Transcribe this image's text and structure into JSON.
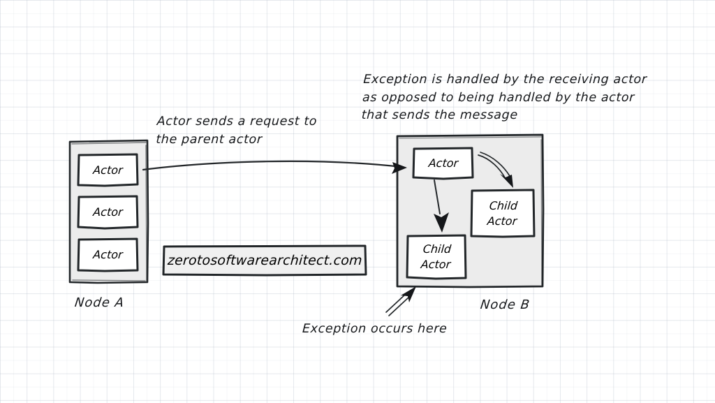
{
  "diagram": {
    "title_colors": {
      "ink": "#15171a",
      "container_fill": "#ececec",
      "box_fill": "#ffffff",
      "grid_line": "#aab4c3",
      "watermark_fill": "#f0f0f0"
    },
    "annotations": {
      "request_note": [
        "Actor sends a request to",
        "the parent actor"
      ],
      "exception_note": [
        "Exception is handled by the receiving actor",
        "as opposed to being handled by the actor",
        "that sends the message"
      ],
      "exception_point": "Exception occurs here"
    },
    "node_a": {
      "label": "Node A",
      "actors": [
        {
          "label": "Actor"
        },
        {
          "label": "Actor"
        },
        {
          "label": "Actor"
        }
      ]
    },
    "node_b": {
      "label": "Node B",
      "parent_actor": {
        "label": "Actor"
      },
      "children": [
        {
          "label": "Child\nActor"
        },
        {
          "label": "Child\nActor"
        }
      ]
    },
    "watermark": {
      "text": "zerotosoftwarearchitect.com"
    }
  }
}
